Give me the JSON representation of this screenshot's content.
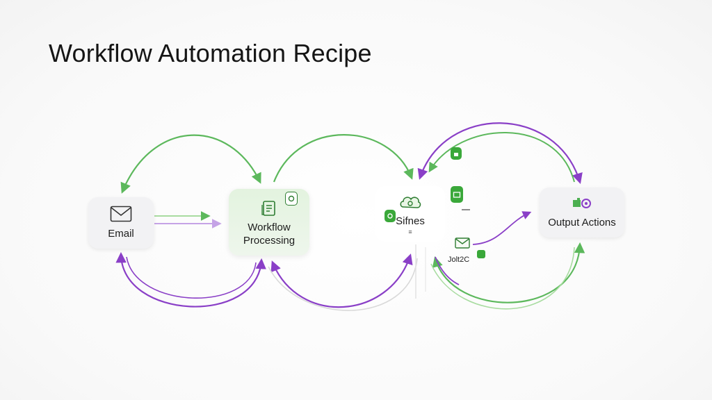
{
  "page": {
    "title": "Workflow Automation Recipe"
  },
  "nodes": {
    "email": {
      "label": "Email",
      "icon": "envelope-icon"
    },
    "workflow": {
      "label_line1": "Workflow",
      "label_line2": "Processing",
      "icon": "document-icon"
    },
    "sifnes": {
      "label": "Sifnes",
      "icon": "cloud-puzzle-icon"
    },
    "output": {
      "label": "Output Actions",
      "icon": "puzzle-gear-icon"
    }
  },
  "annotations": {
    "solt_label": "Jolt2C",
    "dot_label": "≡"
  },
  "colors": {
    "green": "#5cb85c",
    "purple": "#8a3fc7",
    "light_purple": "#c5a3e6",
    "node_gray": "#f2f2f4",
    "node_green": "#e3f3df",
    "badge_green": "#3aa83a"
  }
}
